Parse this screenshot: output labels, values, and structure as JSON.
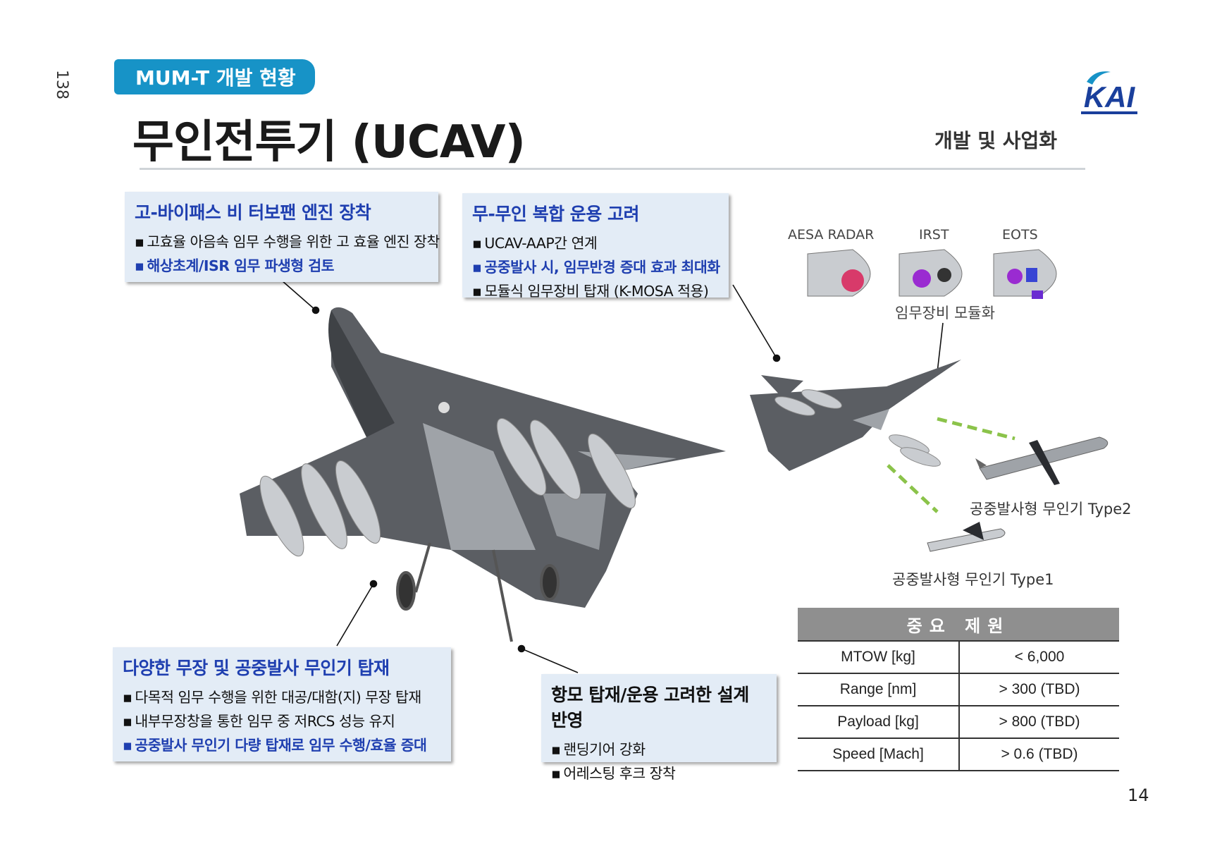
{
  "side_page_number": "138",
  "badge": "MUM-T 개발 현황",
  "page_title": "무인전투기 (UCAV)",
  "logo_text": "KAI",
  "subtitle": "개발 및 사업화",
  "boxes": {
    "engine": {
      "title": "고-바이패스 비 터보팬 엔진 장착",
      "lines": [
        "고효율 아음속 임무 수행을 위한 고 효율 엔진 장착"
      ],
      "highlight": [
        "해상초계/ISR 임무 파생형 검토"
      ]
    },
    "mumt": {
      "title": "무-무인 복합 운용 고려",
      "lines": [
        "UCAV-AAP간 연계"
      ],
      "highlight": [
        "공중발사 시, 임무반경 증대 효과 최대화"
      ],
      "lines2": [
        "모듈식 임무장비 탑재 (K-MOSA 적용)"
      ]
    },
    "weapon": {
      "title": "다양한 무장 및 공중발사 무인기 탑재",
      "lines": [
        "다목적 임무 수행을 위한 대공/대함(지) 무장 탑재",
        "내부무장창을 통한 임무 중 저RCS 성능 유지"
      ],
      "highlight": [
        "공중발사 무인기 다량 탑재로 임무 수행/효율 증대"
      ]
    },
    "carrier": {
      "title": "항모 탑재/운용 고려한 설계 반영",
      "lines": [
        "랜딩기어 강화",
        "어레스팅 후크 장착"
      ]
    }
  },
  "pods": {
    "aesa": "AESA RADAR",
    "irst": "IRST",
    "eots": "EOTS",
    "caption": "임무장비 모듈화"
  },
  "drone_type2": "공중발사형 무인기 Type2",
  "drone_type1": "공중발사형 무인기 Type1",
  "spec_table": {
    "header": "중요 제원",
    "rows": [
      {
        "key": "MTOW [kg]",
        "value": "< 6,000"
      },
      {
        "key": "Range [nm]",
        "value": "> 300 (TBD)"
      },
      {
        "key": "Payload [kg]",
        "value": "> 800 (TBD)"
      },
      {
        "key": "Speed [Mach]",
        "value": "> 0.6 (TBD)"
      }
    ]
  },
  "page_number": "14",
  "colors": {
    "badge": "#1793c7",
    "highlight_text": "#1f3fb0",
    "box_bg": "#e3ecf6",
    "airframe": "#5b5e63",
    "airframe_light": "#9fa3a8",
    "datalink": "#8bc34a"
  }
}
